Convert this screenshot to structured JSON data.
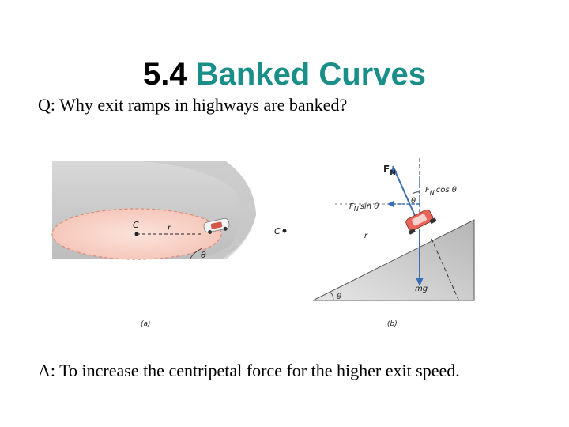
{
  "title": {
    "prefix": "5.4",
    "accent_text": "Banked Curves",
    "accent_color": "#1a8f8a"
  },
  "question": "Q: Why exit ramps in highways are banked?",
  "answer": "A: To increase the centripetal force for the higher exit speed.",
  "figure_a": {
    "center_label": "C",
    "radius_label": "r",
    "angle_label": "θ",
    "caption": "(a)"
  },
  "figure_b": {
    "center_label": "C",
    "normal_force_label": "F",
    "normal_force_sub": "N",
    "fn_cos_label": "F",
    "fn_cos_sub": "N",
    "fn_cos_text": "cos θ",
    "fn_sin_label": "F",
    "fn_sin_sub": "N",
    "fn_sin_text": "sin θ",
    "angle_top_label": "θ",
    "radius_label": "r",
    "weight_label": "mg",
    "angle_bottom_label": "θ",
    "caption": "(b)"
  }
}
